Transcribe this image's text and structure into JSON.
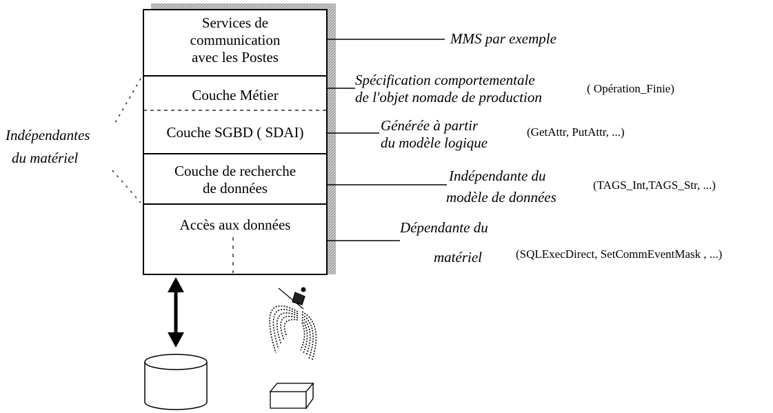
{
  "stack": {
    "communication_services": [
      "Services de",
      "communication",
      "avec les Postes"
    ],
    "business_layer": "Couche Métier",
    "dbms_layer": "Couche SGBD ( SDAI)",
    "data_search_layer": [
      "Couche de recherche",
      "de données"
    ],
    "data_access_layer": "Accès aux données"
  },
  "side_label": [
    "Indépendantes",
    "du matériel"
  ],
  "annotations": {
    "mms": "MMS par exemple",
    "behavioral_spec": [
      "Spécification comportementale",
      "de l'objet nomade de production"
    ],
    "generated": [
      "Générée à partir",
      "du modèle logique"
    ],
    "independent": [
      "Indépendante du",
      "modèle de données"
    ],
    "dependent": [
      "Dépendante du",
      "matériel"
    ]
  },
  "api_examples": {
    "business": "( Opération_Finie)",
    "dbms": "(GetAttr, PutAttr, ...)",
    "search": "(TAGS_Int,TAGS_Str, ...)",
    "access": "(SQLExecDirect, SetCommEventMask , ...)"
  },
  "icons": {
    "database": "database-cylinder-icon",
    "wireless": "wireless-device-icon",
    "arrow": "bidirectional-arrow-icon"
  }
}
